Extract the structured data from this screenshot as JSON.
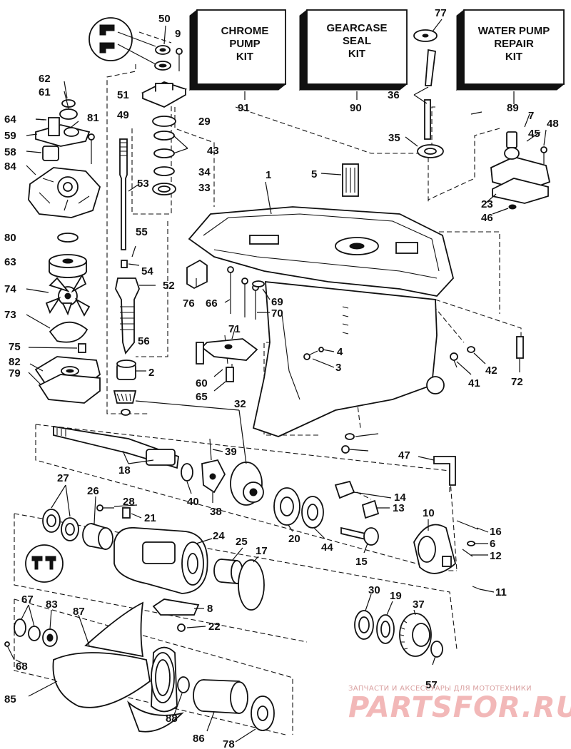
{
  "kits": [
    {
      "id": "91",
      "lines": [
        "CHROME",
        "PUMP",
        "KIT"
      ]
    },
    {
      "id": "90",
      "lines": [
        "GEARCASE",
        "SEAL",
        "KIT"
      ]
    },
    {
      "id": "89",
      "lines": [
        "WATER PUMP",
        "REPAIR",
        "KIT"
      ]
    }
  ],
  "watermark": {
    "caption": "ЗАПЧАСТИ И АКСЕССУАРЫ ДЛЯ МОТОТЕХНИКИ",
    "logo": "PARTSFOR.RU"
  },
  "callouts": [
    "1",
    "2",
    "3",
    "4",
    "5",
    "6",
    "7",
    "8",
    "9",
    "10",
    "11",
    "12",
    "13",
    "14",
    "15",
    "16",
    "17",
    "18",
    "19",
    "20",
    "21",
    "22",
    "23",
    "24",
    "25",
    "26",
    "27",
    "28",
    "29",
    "30",
    "32",
    "33",
    "34",
    "35",
    "36",
    "37",
    "38",
    "39",
    "40",
    "41",
    "42",
    "43",
    "44",
    "45",
    "46",
    "47",
    "48",
    "49",
    "50",
    "51",
    "52",
    "53",
    "54",
    "55",
    "56",
    "57",
    "58",
    "59",
    "60",
    "61",
    "62",
    "63",
    "64",
    "65",
    "66",
    "67",
    "68",
    "69",
    "70",
    "71",
    "72",
    "73",
    "74",
    "75",
    "76",
    "77",
    "78",
    "79",
    "80",
    "81",
    "82",
    "83",
    "84",
    "85",
    "86",
    "87",
    "88",
    "89",
    "90",
    "91"
  ]
}
